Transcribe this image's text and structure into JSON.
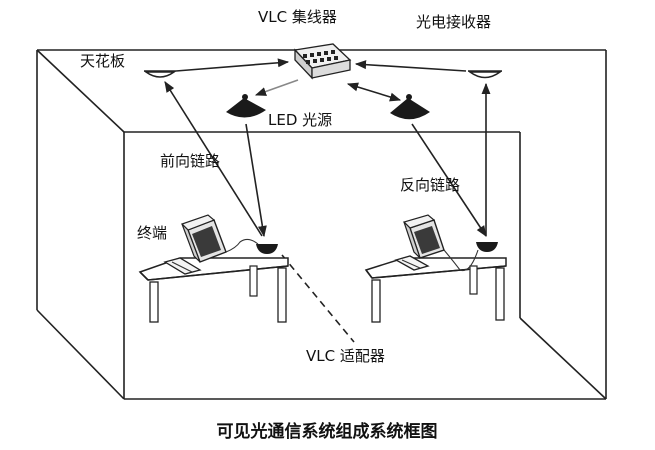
{
  "labels": {
    "hub": "VLC 集线器",
    "receiver": "光电接收器",
    "ceiling": "天花板",
    "led": "LED 光源",
    "forward_link": "前向链路",
    "reverse_link": "反向链路",
    "terminal": "终端",
    "adapter": "VLC 适配器"
  },
  "caption": "可见光通信系统组成系统框图",
  "colors": {
    "line": "#222222",
    "wall": "#ffffff",
    "device": "#1a1a1a",
    "hub_body": "#dcdcdc",
    "monitor_body": "#e4e4e4",
    "monitor_screen": "#3a3a3a"
  }
}
